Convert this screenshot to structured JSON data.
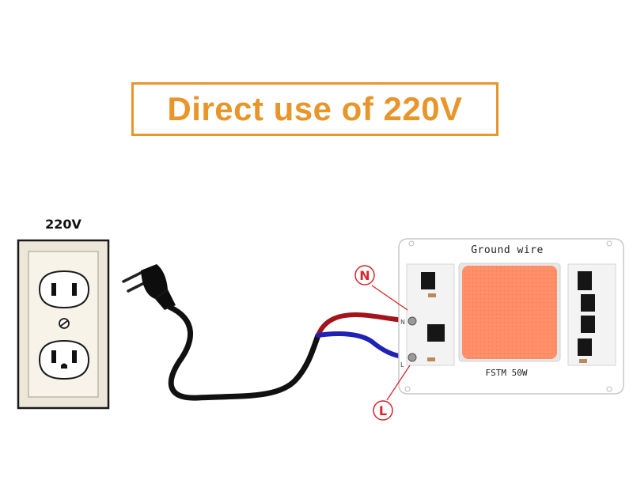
{
  "title": "Direct use of 220V",
  "outlet": {
    "voltage_label": "220V"
  },
  "led_board": {
    "ground_label": "Ground wire",
    "model_label": "FSTM 50W",
    "pin_n_small": "N",
    "pin_l_small": "L"
  },
  "callouts": {
    "n": "N",
    "l": "L"
  },
  "colors": {
    "accent": "#e8962c",
    "live_wire": "#1f22b5",
    "neutral_wire": "#a3141c",
    "cord": "#111111",
    "chip": "#ff9068",
    "callout": "#d8262e"
  }
}
